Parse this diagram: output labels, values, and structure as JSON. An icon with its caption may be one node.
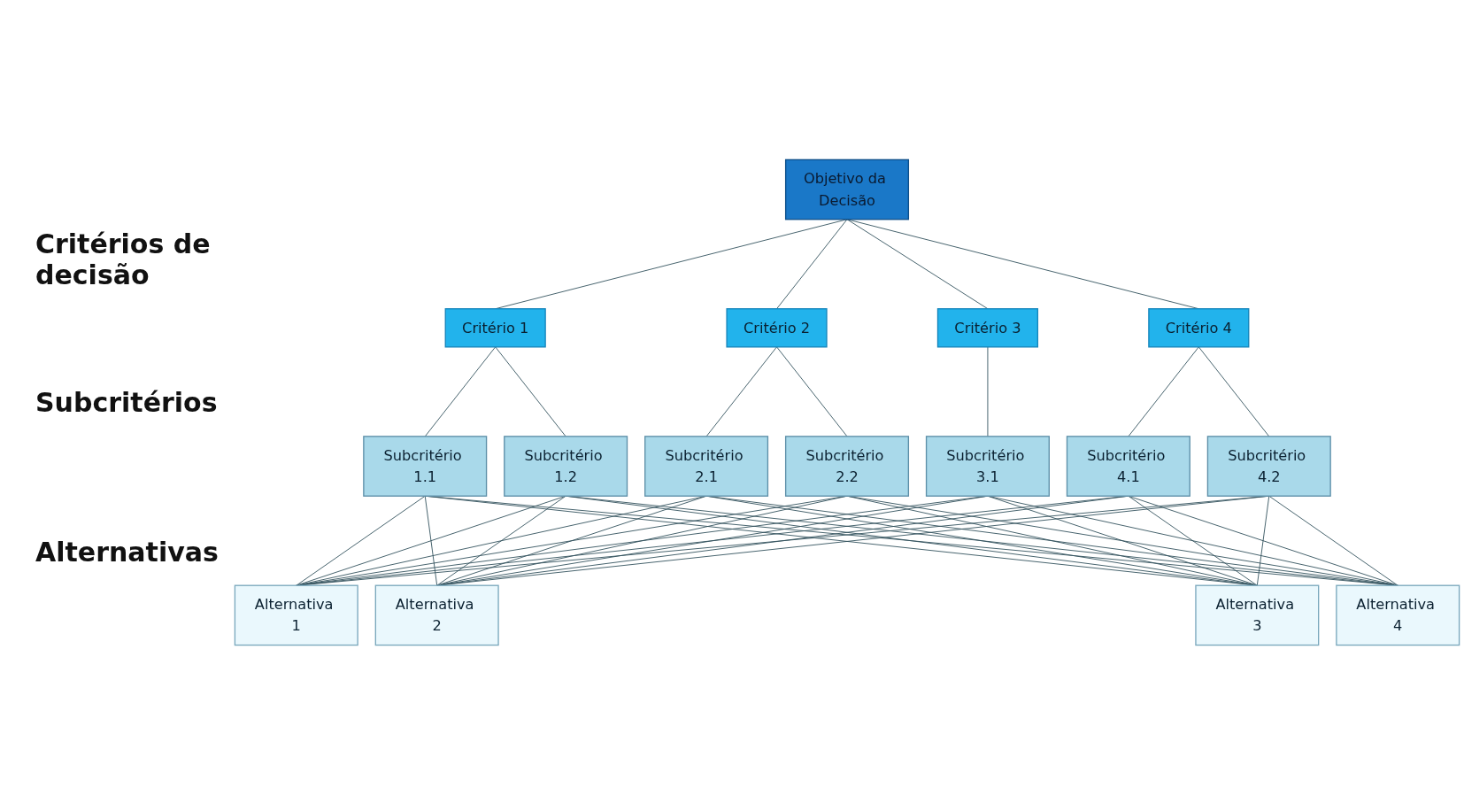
{
  "diagram": {
    "nodes": [
      {
        "text": [
          "Objetivo da Decisão"
        ]
      },
      {
        "text": [
          "Critério 1"
        ]
      },
      {
        "text": [
          "Critério 2"
        ]
      },
      {
        "text": [
          "Critério 3"
        ]
      },
      {
        "text": [
          "Critério 4"
        ]
      },
      {
        "text": [
          "Subcritério 1.1"
        ]
      },
      {
        "text": [
          "Subcritério 1.2"
        ]
      },
      {
        "text": [
          "Subcritério 2.1"
        ]
      },
      {
        "text": [
          "Subcritério 2.2"
        ]
      },
      {
        "text": [
          "Subcritério 3.1"
        ]
      },
      {
        "text": [
          "Subcritério 4.1"
        ]
      },
      {
        "text": [
          "Subcritério 4.2"
        ]
      },
      {
        "text": [
          "Alternativa 1"
        ]
      },
      {
        "text": [
          "Alternativa 2"
        ]
      },
      {
        "text": [
          "Alternativa 3"
        ]
      },
      {
        "text": [
          "Alternativa 4"
        ]
      }
    ],
    "edges": [
      {
        "from": 0,
        "to": 1,
        "arrow": "none"
      },
      {
        "from": 0,
        "to": 2,
        "arrow": "none"
      },
      {
        "from": 0,
        "to": 3,
        "arrow": "none"
      },
      {
        "from": 0,
        "to": 4,
        "arrow": "none"
      },
      {
        "from": 1,
        "to": 5,
        "arrow": "none"
      },
      {
        "from": 1,
        "to": 6,
        "arrow": "none"
      },
      {
        "from": 2,
        "to": 7,
        "arrow": "none"
      },
      {
        "from": 2,
        "to": 8,
        "arrow": "none"
      },
      {
        "from": 3,
        "to": 9,
        "arrow": "none"
      },
      {
        "from": 4,
        "to": 10,
        "arrow": "none"
      },
      {
        "from": 4,
        "to": 11,
        "arrow": "none"
      },
      {
        "from": 5,
        "to": 12,
        "arrow": "none"
      },
      {
        "from": 5,
        "to": 13,
        "arrow": "none"
      },
      {
        "from": 5,
        "to": 14,
        "arrow": "none"
      },
      {
        "from": 5,
        "to": 15,
        "arrow": "none"
      },
      {
        "from": 6,
        "to": 12,
        "arrow": "none"
      },
      {
        "from": 6,
        "to": 13,
        "arrow": "none"
      },
      {
        "from": 6,
        "to": 14,
        "arrow": "none"
      },
      {
        "from": 6,
        "to": 15,
        "arrow": "none"
      },
      {
        "from": 7,
        "to": 12,
        "arrow": "none"
      },
      {
        "from": 7,
        "to": 13,
        "arrow": "none"
      },
      {
        "from": 7,
        "to": 14,
        "arrow": "none"
      },
      {
        "from": 7,
        "to": 15,
        "arrow": "none"
      },
      {
        "from": 8,
        "to": 12,
        "arrow": "none"
      },
      {
        "from": 8,
        "to": 13,
        "arrow": "none"
      },
      {
        "from": 8,
        "to": 14,
        "arrow": "none"
      },
      {
        "from": 8,
        "to": 15,
        "arrow": "none"
      },
      {
        "from": 9,
        "to": 12,
        "arrow": "none"
      },
      {
        "from": 9,
        "to": 13,
        "arrow": "none"
      },
      {
        "from": 9,
        "to": 14,
        "arrow": "none"
      },
      {
        "from": 9,
        "to": 15,
        "arrow": "none"
      },
      {
        "from": 10,
        "to": 12,
        "arrow": "none"
      },
      {
        "from": 10,
        "to": 13,
        "arrow": "none"
      },
      {
        "from": 10,
        "to": 14,
        "arrow": "none"
      },
      {
        "from": 10,
        "to": 15,
        "arrow": "none"
      },
      {
        "from": 11,
        "to": 12,
        "arrow": "none"
      },
      {
        "from": 11,
        "to": 13,
        "arrow": "none"
      },
      {
        "from": 11,
        "to": 14,
        "arrow": "none"
      },
      {
        "from": 11,
        "to": 15,
        "arrow": "none"
      }
    ],
    "labels": [
      "Critérios de decisão",
      "Subcritérios",
      "Alternativas"
    ]
  }
}
